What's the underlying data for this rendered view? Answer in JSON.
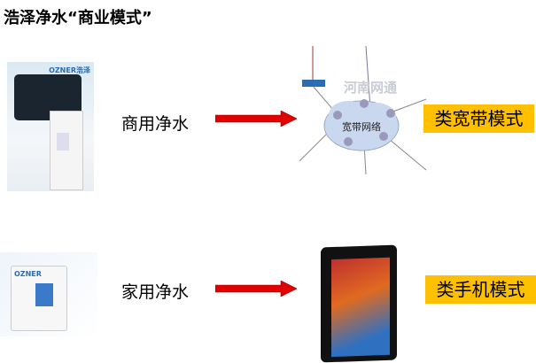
{
  "title": "浩泽净水“商业模式”",
  "rows": [
    {
      "product": "商用净水",
      "model": "类宽带模式",
      "brand": "OZNER浩泽",
      "network_label": "宽带网络",
      "watermark": "河南网通"
    },
    {
      "product": "家用净水",
      "model": "类手机模式",
      "brand": "OZNER"
    }
  ],
  "colors": {
    "arrow": "#E00000",
    "highlight": "#FFC000"
  }
}
